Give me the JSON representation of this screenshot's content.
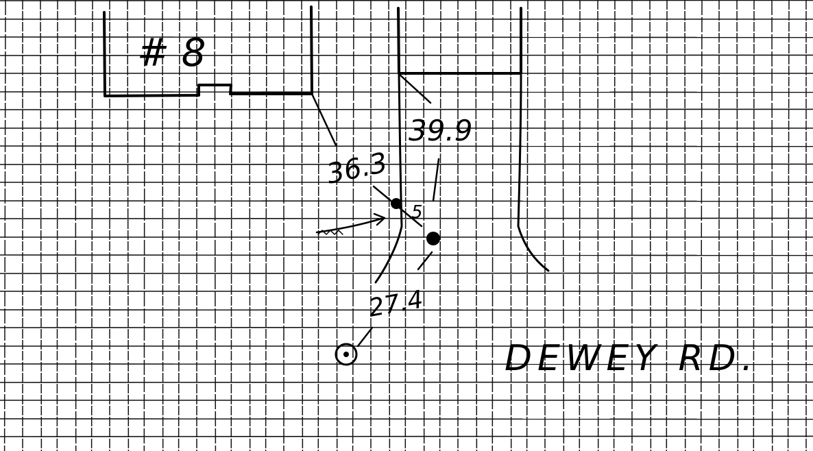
{
  "sketch": {
    "lot_label": "# 8",
    "measurement_left": "36.3",
    "measurement_right": "39.9",
    "measurement_small": "5",
    "measurement_bottom": "27.4",
    "road_label": "DEWEY RD."
  },
  "colors": {
    "grid_line": "#111111",
    "ink": "#000000",
    "paper": "#ffffff"
  },
  "icons": {
    "reference_marker": "circled-dot-icon",
    "pointer_arrow": "arrow-right-icon",
    "point_marker": "filled-dot-icon"
  }
}
